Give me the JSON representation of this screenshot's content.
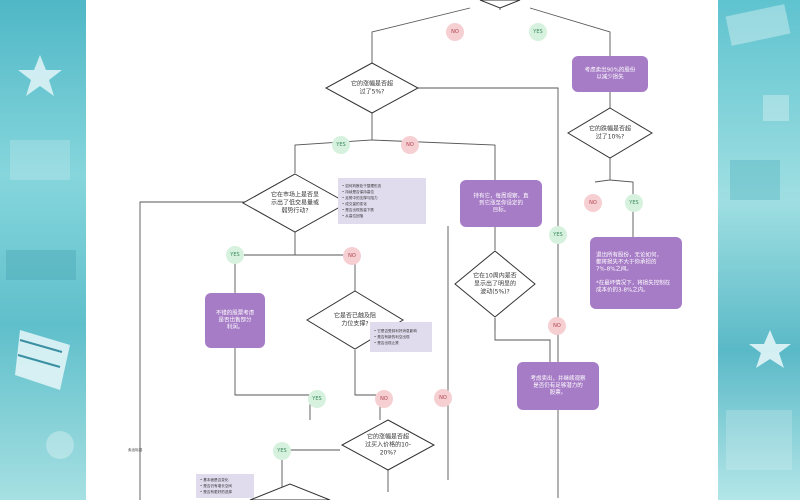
{
  "yes_label": "YES",
  "no_label": "NO",
  "diamond_price_5": [
    "它的涨幅是否超",
    "过了5%?"
  ],
  "diamond_price_10": [
    "它的跌幅是否超",
    "过了10%?"
  ],
  "diamond_tech": [
    "它在市场上是否显",
    "示出了低交易量或",
    "弱势行动?"
  ],
  "diamond_news": [
    "它是否已触及阻",
    "力位支撑?"
  ],
  "diamond_range": [
    "它的涨幅是否超",
    "过买入价格的10-",
    "20%?"
  ],
  "diamond_volume": [
    "它在10周内是否",
    "显示出了明显的",
    "波动(5%)?"
  ],
  "box_sell_90": [
    "考虑卖出90%的股份",
    "以减少损失"
  ],
  "box_watch": [
    "持有它，每周观察，直",
    "到它涨至你设定的",
    "目标。"
  ],
  "box_trim": [
    "不错的股票考虑",
    "是否出售部分",
    "利润。"
  ],
  "box_sell_profit": [
    "考虑卖出，并继续观察",
    "是否仍有足够潜力的",
    "股票。"
  ],
  "box_hold_right": [
    "退出所有股份，无论如何，",
    "都将损失不大于你承担的",
    "7%-8%之间。",
    "",
    "*在最坏情况下，将损失控制在",
    "成本价的3-8%之内。"
  ],
  "note_tech": [
    "• 如何判断处于整理形态",
    "• 持续是否保持高位",
    "• 走势中的支撑与阻力",
    "• 成交量的变化",
    "• 是否出现放量下跌",
    "• 从高位回落"
  ],
  "note_news": [
    "• 它是否受到利好消息影响",
    "• 是否有新的利空出现",
    "• 是否出现止跌"
  ],
  "note_bottom": [
    "• 基本面是否变化",
    "• 是否仍有增长空间",
    "• 是否有更好的选择"
  ],
  "left_margin_label": "卖出标准",
  "colors": {
    "purple": "#a77cc6",
    "note_bg": "#e1dbee",
    "yes_fill": "#d6f2df",
    "yes_text": "#3b8a5e",
    "no_fill": "#f6cfd2",
    "no_text": "#b0414d",
    "line": "#555555"
  }
}
